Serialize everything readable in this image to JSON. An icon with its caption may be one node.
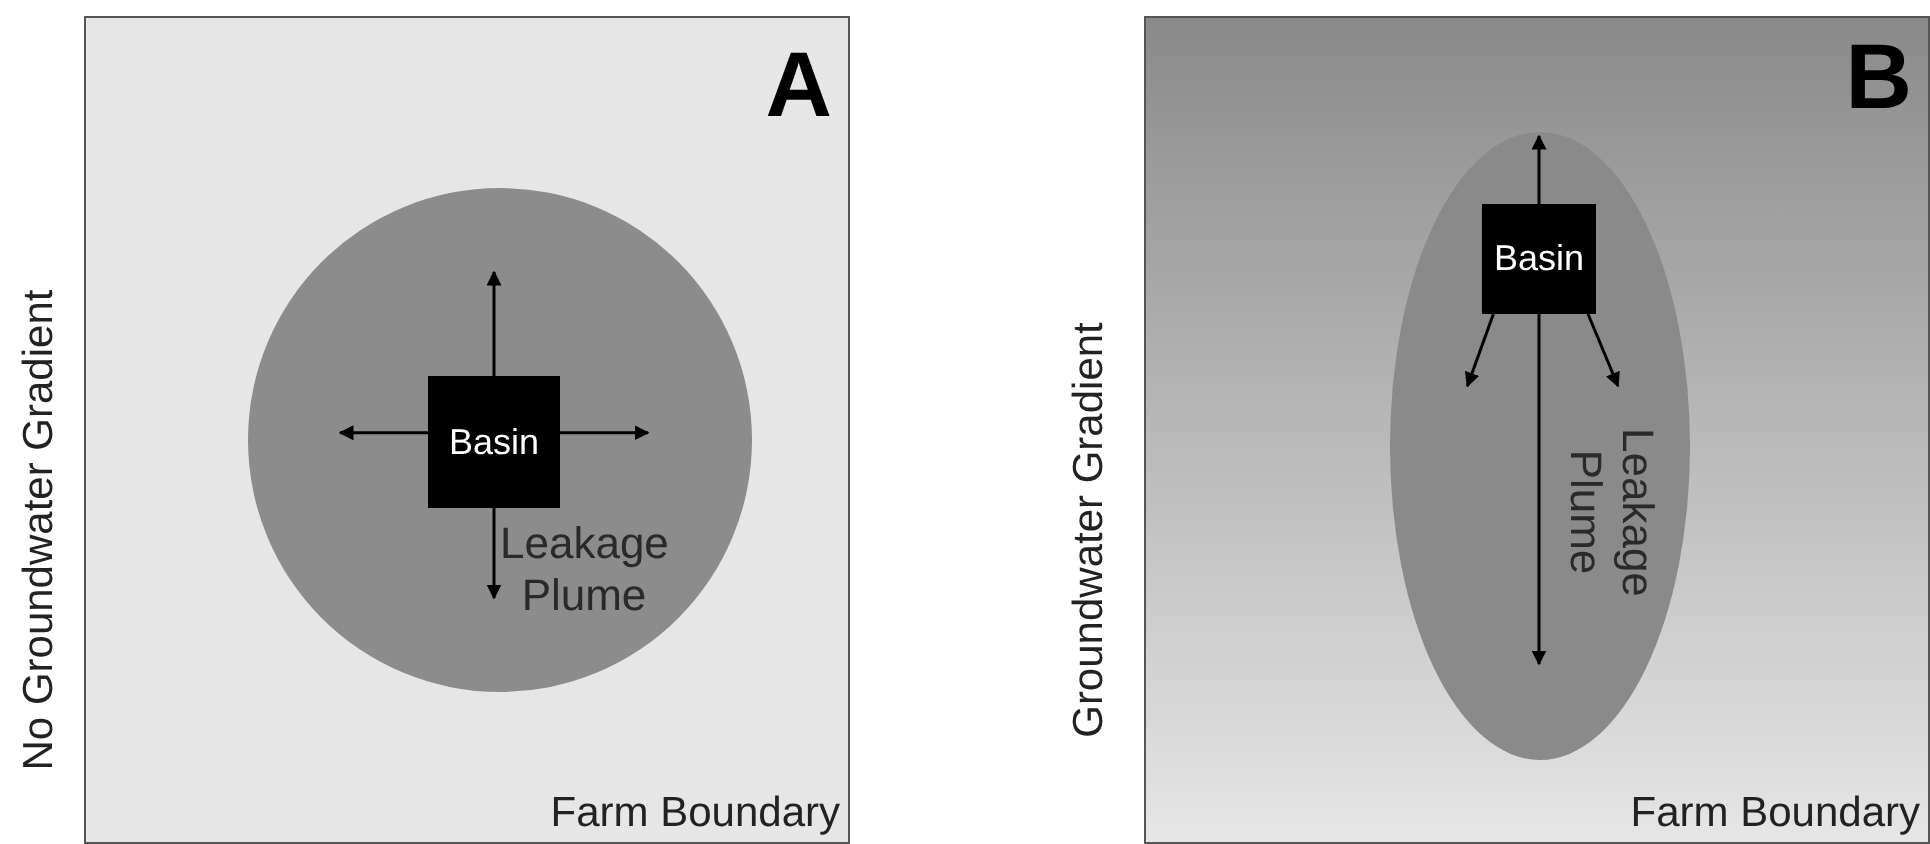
{
  "diagram": {
    "nodes": [
      {
        "text": [
          "A",
          "Farm Boundary"
        ],
        "beside": [
          "No Groundwater Gradient"
        ]
      },
      {
        "text": [
          "Leakage Plume"
        ],
        "in": 0
      },
      {
        "text": [
          "Basin"
        ],
        "in": 1
      },
      {
        "text": [
          "B",
          "Farm Boundary"
        ],
        "beside": [
          "Groundwater Gradient"
        ]
      },
      {
        "text": [
          "Leakage Plume"
        ],
        "in": 3
      },
      {
        "text": [
          "Basin"
        ],
        "in": 4
      }
    ],
    "edges": [
      {
        "from": 2,
        "to": null,
        "arrow": "to"
      },
      {
        "from": 2,
        "to": null,
        "arrow": "to"
      },
      {
        "from": 2,
        "to": null,
        "arrow": "to"
      },
      {
        "from": 2,
        "to": null,
        "arrow": "to"
      },
      {
        "from": 5,
        "to": null,
        "arrow": "to"
      },
      {
        "from": 5,
        "to": null,
        "arrow": "to"
      },
      {
        "from": 5,
        "to": null,
        "arrow": "to"
      },
      {
        "from": 5,
        "to": null,
        "arrow": "to"
      }
    ]
  }
}
